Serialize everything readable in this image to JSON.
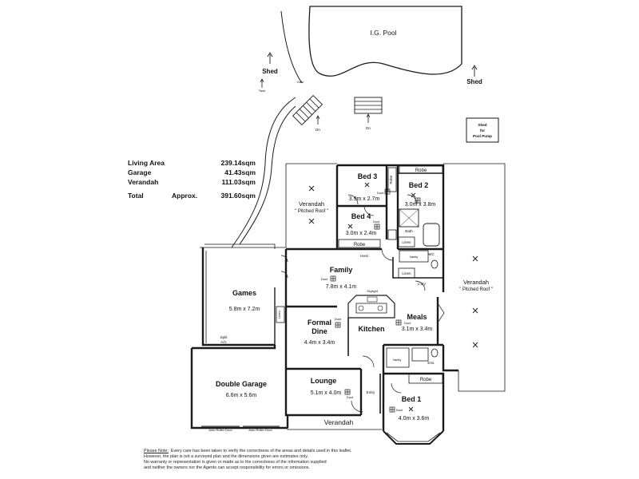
{
  "site": {
    "pool": "I.G. Pool",
    "shed_left": "Shed",
    "shed_right": "Shed",
    "gate": "Gate",
    "tank": "Tank",
    "down_left": "Dn",
    "down_right": "Dn",
    "pump_shed": [
      "Shed",
      "for",
      "Pool Pump"
    ]
  },
  "areas": {
    "rows": [
      {
        "label": "Living Area",
        "value": "239.14sqm"
      },
      {
        "label": "Garage",
        "value": "41.43sqm"
      },
      {
        "label": "Verandah",
        "value": "111.03sqm"
      }
    ],
    "total": {
      "label": "Total",
      "approx": "Approx.",
      "value": "391.60sqm"
    }
  },
  "rooms": {
    "verandah_top": {
      "name": "Verandah",
      "note": "\" Pitched Roof \""
    },
    "verandah_right": {
      "name": "Verandah",
      "note": "\" Pitched Roof \""
    },
    "verandah_front": {
      "name": "Verandah"
    },
    "bed3": {
      "name": "Bed 3",
      "dim": "3.9m x 2.7m"
    },
    "bed2": {
      "name": "Bed 2",
      "dim": "3.0m x 3.8m"
    },
    "bed4": {
      "name": "Bed 4",
      "dim": "3.0m x 2.4m"
    },
    "bed1": {
      "name": "Bed 1",
      "dim": "4.0m x 3.6m"
    },
    "family": {
      "name": "Family",
      "dim": "7.8m x 4.1m"
    },
    "games": {
      "name": "Games",
      "dim": "5.8m x 7.2m"
    },
    "formal_dine": {
      "name": "Formal",
      "name2": "Dine",
      "dim": "4.4m x 3.4m"
    },
    "kitchen": {
      "name": "Kitchen"
    },
    "meals": {
      "name": "Meals",
      "dim": "3.1m x 3.4m"
    },
    "lounge": {
      "name": "Lounge",
      "dim": "5.1m x 4.0m"
    },
    "garage": {
      "name": "Double Garage",
      "dim": "6.6m x 5.6m"
    }
  },
  "fixtures": {
    "robe_bed3": "Robe",
    "robe_bed2": "Robe",
    "robe_bed4": "Robe",
    "robe_bed1": "Robe",
    "heat": "Heat",
    "linen1": "Linen",
    "linen2": "Linen",
    "linen3": "Linen",
    "bath": "Bath",
    "wc": "WC",
    "vanity1": "Vanity",
    "vanity2": "Vanity",
    "ldry": "L'dry",
    "ens": "Ens.",
    "entry": "Entry",
    "split_ac": [
      "Split",
      "A/C"
    ],
    "duct": "Duct",
    "skylight": "Skylight",
    "auto_roller_1": "Auto Roller Door",
    "auto_roller_2": "Auto Roller Door"
  },
  "disclaimer": {
    "heading": "Please Note:",
    "line1": "Every care has been taken to verify the correctness of the areas and details used in this leaflet.",
    "line2": "However, the plan is not a surveyed plan and the dimensions given are estimates only.",
    "line3": "No warranty or representation is given or made as to the correctness of the information supplied",
    "line4": "and neither the owners nor the Agents can accept responsibility for errors or omissions."
  }
}
